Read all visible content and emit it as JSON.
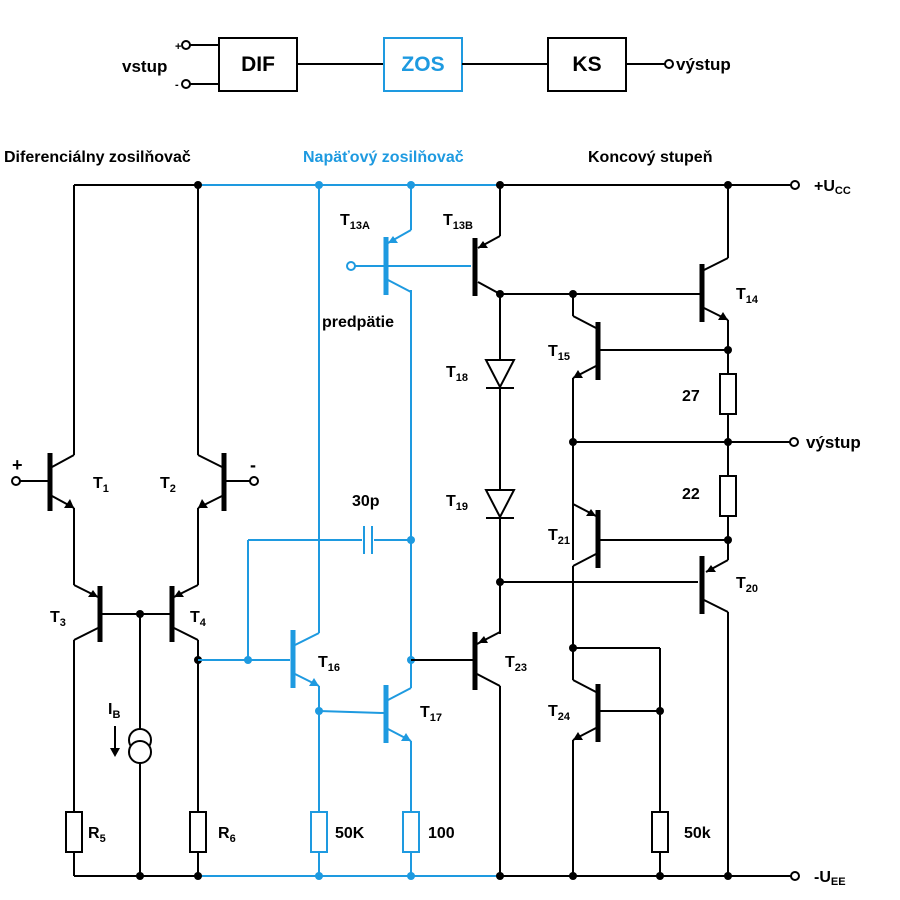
{
  "block_diagram": {
    "input_label": "vstup",
    "plus_sign": "+",
    "minus_sign": "-",
    "blocks": [
      "DIF",
      "ZOS",
      "KS"
    ],
    "output_label": "výstup"
  },
  "sections": {
    "differential": "Diferenciálny zosilňovač",
    "voltage_amp": "Napäťový zosilňovač",
    "output_stage": "Koncový stupeň"
  },
  "rails": {
    "vcc": "+U",
    "vcc_sub": "CC",
    "vee": "-U",
    "vee_sub": "EE"
  },
  "inputs": {
    "plus": "+",
    "minus": "-"
  },
  "output_label": "výstup",
  "bias_label": "predpätie",
  "current_source": {
    "label": "I",
    "sub": "B"
  },
  "transistors": {
    "t1": "1",
    "t2": "2",
    "t3": "3",
    "t4": "4",
    "t13a": "13A",
    "t13b": "13B",
    "t14": "14",
    "t15": "15",
    "t16": "16",
    "t17": "17",
    "t18": "18",
    "t19": "19",
    "t20": "20",
    "t21": "21",
    "t23": "23",
    "t24": "24"
  },
  "prefix": "T",
  "components": {
    "r5": {
      "label": "R",
      "sub": "5"
    },
    "r6": {
      "label": "R",
      "sub": "6"
    },
    "cap": "30p",
    "r_50K": "50K",
    "r_100": "100",
    "r_50k": "50k",
    "r_27": "27",
    "r_22": "22"
  },
  "colors": {
    "black": "#000000",
    "blue": "#1E9AE0"
  }
}
